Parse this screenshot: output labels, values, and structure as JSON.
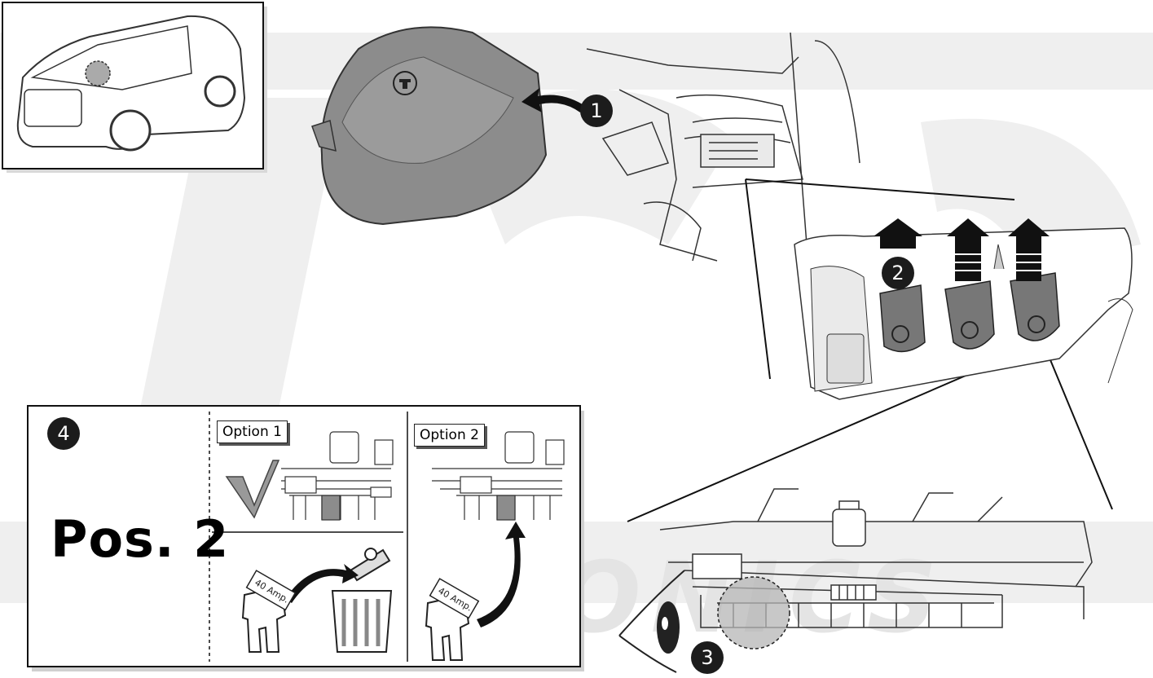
{
  "steps": [
    {
      "id": "step-1",
      "number": "1"
    },
    {
      "id": "step-2",
      "number": "2"
    },
    {
      "id": "step-3",
      "number": "3"
    },
    {
      "id": "step-4",
      "number": "4"
    }
  ],
  "panel4": {
    "option1_label": "Option 1",
    "option2_label": "Option 2",
    "position_label": "Pos. 2",
    "fuse_label": "40 Amp."
  },
  "watermark": {
    "text": "ELECTRONICS"
  },
  "colors": {
    "watermark": "#ededed",
    "step_badge": "#1c1c1c",
    "cover_grey": "#8c8c8c",
    "highlight": "#b5b5b5"
  }
}
